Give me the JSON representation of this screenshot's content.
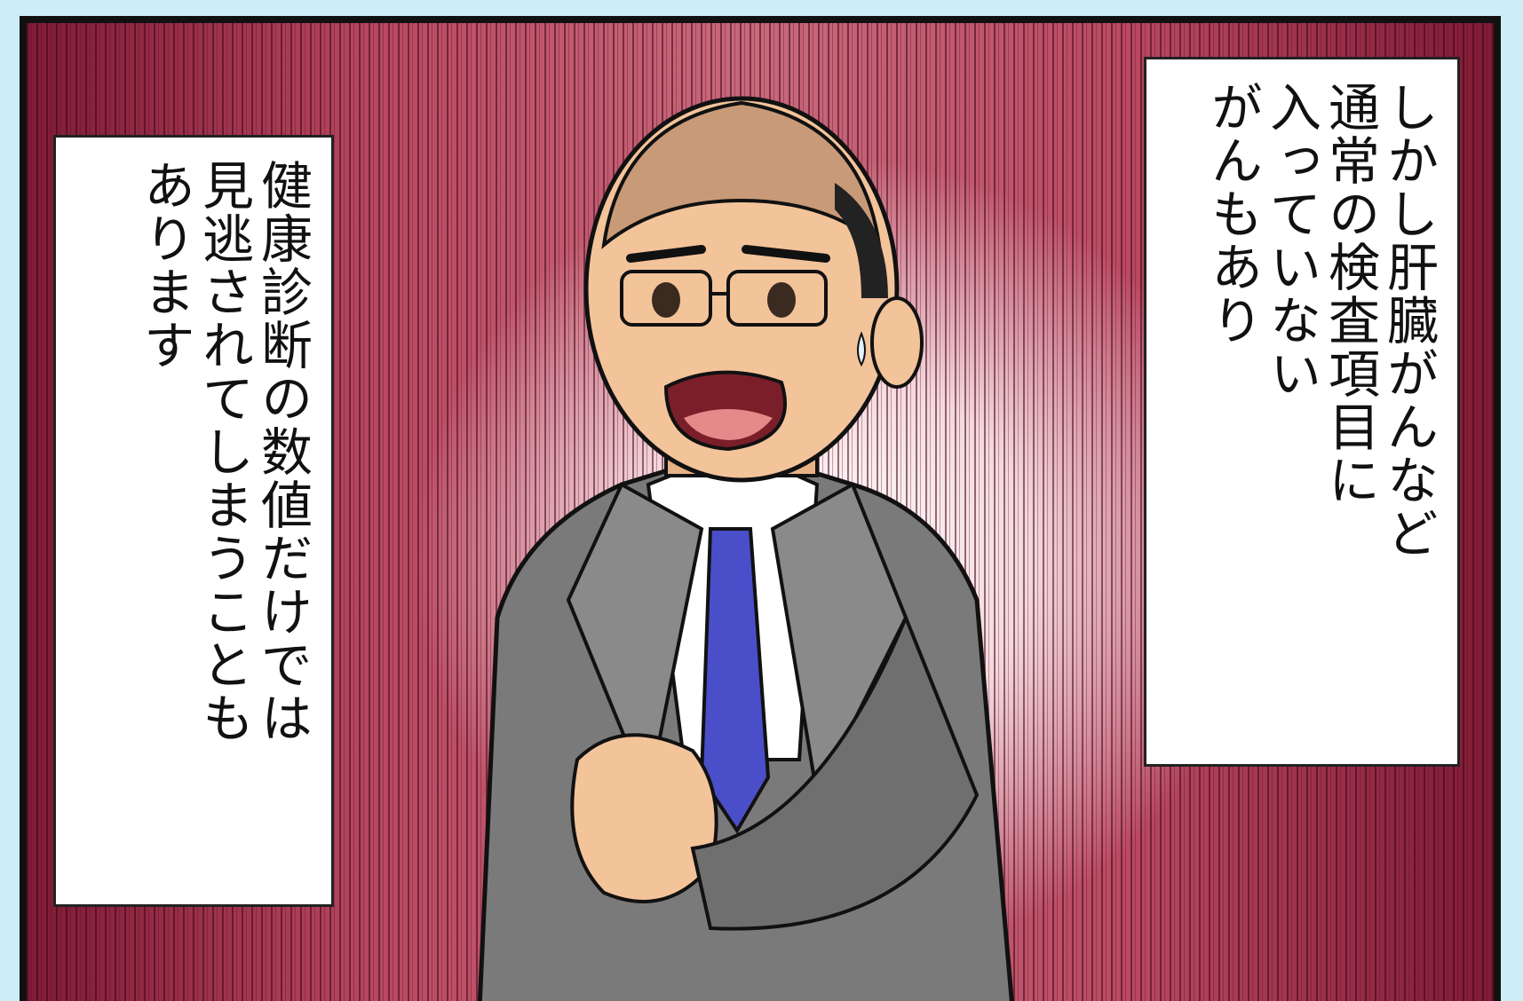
{
  "captions": {
    "right": [
      "しかし肝臓がんなど",
      "通常の検査項目に",
      "入っていない",
      "がんもあり"
    ],
    "left": [
      "健康診断の数値だけでは",
      "見逃されてしまうことも",
      "あります"
    ]
  },
  "figure": {
    "description_icon": "worried-man-icon",
    "colors": {
      "suit": "#7a7a7a",
      "tie": "#4a4fc9",
      "skin": "#f3c39a",
      "bg_red": "#b94a62"
    }
  }
}
